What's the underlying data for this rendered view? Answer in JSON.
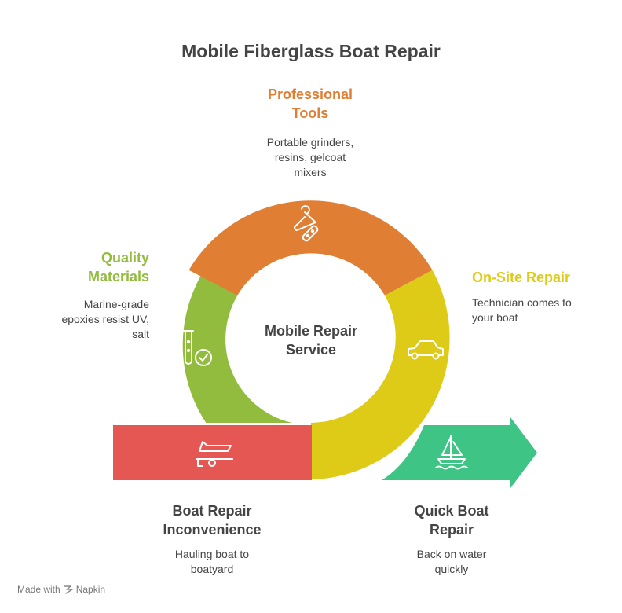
{
  "title": "Mobile Fiberglass Boat Repair",
  "center": {
    "line1": "Mobile Repair",
    "line2": "Service"
  },
  "nodes": {
    "tools": {
      "head1": "Professional",
      "head2": "Tools",
      "desc1": "Portable grinders,",
      "desc2": "resins, gelcoat",
      "desc3": "mixers",
      "color": "#E07F33",
      "icon": "tools-icon"
    },
    "materials": {
      "head1": "Quality",
      "head2": "Materials",
      "desc1": "Marine-grade",
      "desc2": "epoxies resist UV,",
      "desc3": "salt",
      "color": "#92BC3D",
      "icon": "test-tube-check-icon"
    },
    "onsite": {
      "head1": "On-Site Repair",
      "desc1": "Technician comes to",
      "desc2": "your boat",
      "color": "#DDCB18",
      "icon": "car-icon"
    },
    "inconvenience": {
      "head1": "Boat Repair",
      "head2": "Inconvenience",
      "desc1": "Hauling boat to",
      "desc2": "boatyard",
      "color": "#E55753",
      "icon": "boat-trailer-icon"
    },
    "quick": {
      "head1": "Quick Boat",
      "head2": "Repair",
      "desc1": "Back on water",
      "desc2": "quickly",
      "color": "#3EC484",
      "icon": "sailboat-icon"
    }
  },
  "footer": {
    "made_with": "Made with",
    "brand": "Napkin"
  }
}
